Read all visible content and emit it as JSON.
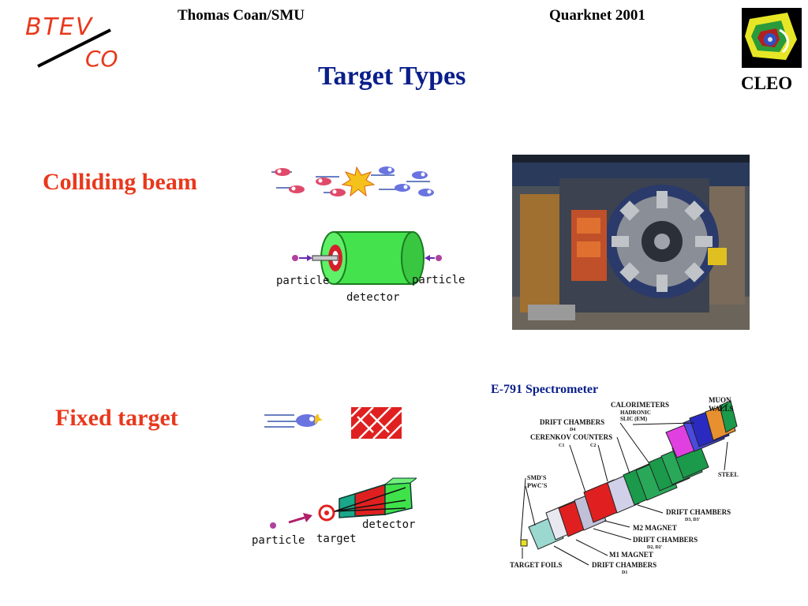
{
  "header": {
    "author": "Thomas Coan/SMU",
    "event": "Quarknet 2001"
  },
  "logo": {
    "line1": "BTEV",
    "line2": "CO"
  },
  "title": "Target Types",
  "cleo": {
    "label": "CLEO"
  },
  "sections": {
    "colliding": {
      "label": "Colliding beam",
      "left_particle": "particle",
      "right_particle": "particle",
      "detector": "detector"
    },
    "fixed": {
      "label": "Fixed target",
      "particle": "particle",
      "target": "target",
      "detector": "detector"
    }
  },
  "spectrometer": {
    "title": "E-791 Spectrometer",
    "labels": {
      "calorimeters": "CALORIMETERS",
      "hadronic": "HADRONIC",
      "slic": "SLIC (EM)",
      "muon": "MUON",
      "walls": "WALLS",
      "drift_d4": "DRIFT CHAMBERS",
      "d4": "D4",
      "cerenkov": "CERENKOV COUNTERS",
      "c1": "C1",
      "c2": "C2",
      "smds": "SMD'S",
      "pwcs": "PWC'S",
      "steel": "STEEL",
      "drift_d3": "DRIFT CHAMBERS",
      "d3": "D3, D3'",
      "m2": "M2 MAGNET",
      "drift_d2": "DRIFT CHAMBERS",
      "d2": "D2, D2'",
      "m1": "M1 MAGNET",
      "target_foils": "TARGET FOILS",
      "drift_d1": "DRIFT CHAMBERS",
      "d1": "D1"
    }
  },
  "colors": {
    "title": "#0b1f8a",
    "section": "#e8381c",
    "detector_green": "#3fe24a",
    "target_red": "#e02020"
  }
}
